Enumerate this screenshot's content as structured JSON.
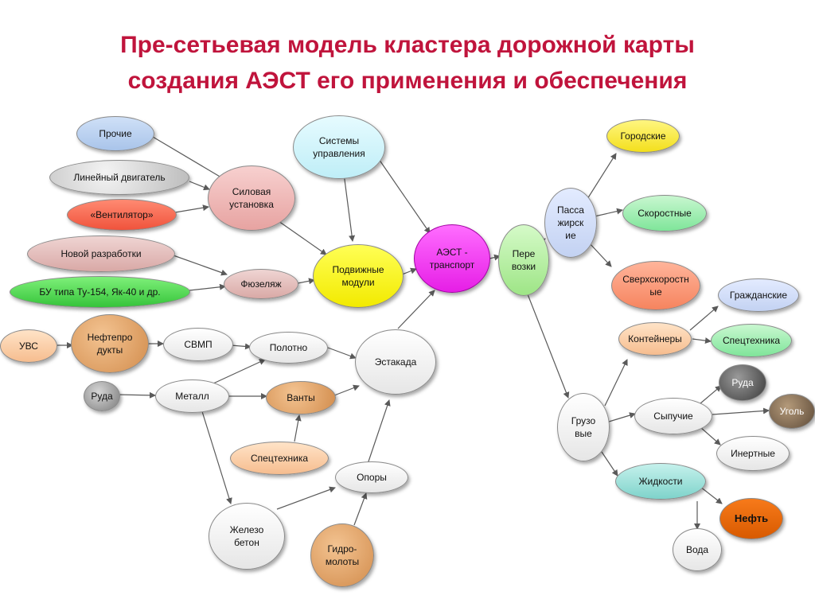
{
  "title_line1": "Пре-сетьевая модель кластера дорожной карты",
  "title_line2": "создания АЭСТ его применения и обеспечения",
  "nodes": {
    "prochie": "Прочие",
    "lineyny": "Линейный двигатель",
    "ventilator": "«Вентилятор»",
    "novoy": "Новой разработки",
    "bu": "БУ типа Ту-154, Як-40 и др.",
    "uvs": "УВС",
    "neftepro": "Нефтепро\nдукты",
    "svmp": "СВМП",
    "ruda_left": "Руда",
    "metall": "Металл",
    "polotno": "Полотно",
    "vanty": "Ванты",
    "spectehnika": "Спецтехника",
    "zhelezo": "Железо\nбетон",
    "opory": "Опоры",
    "gidro": "Гидро-\nмолоты",
    "estakada": "Эстакада",
    "silovaya": "Силовая\nустановка",
    "fuzelyazh": "Фюзеляж",
    "sistemy": "Системы\nуправления",
    "podvizhnye": "Подвижные\nмодули",
    "aest": "АЭСТ -\nтранспорт",
    "perevozki": "Пере\nвозки",
    "passazhir": "Пасса\nжирск\nие",
    "gorodskie": "Городские",
    "skorostnye": "Скоростные",
    "sverh": "Сверхскоростн\nые",
    "gruzovye": "Грузо\nвые",
    "konteinery": "Контейнеры",
    "grazhdanskie": "Гражданские",
    "spectehnika_r": "Спецтехника",
    "sypuchie": "Сыпучие",
    "ruda_right": "Руда",
    "ugol": "Уголь",
    "inertnye": "Инертные",
    "zhidkosti": "Жидкости",
    "neft": "Нефть",
    "voda": "Вода"
  },
  "colors": {
    "title": "#c0143c",
    "edge": "#5a5a5a"
  }
}
